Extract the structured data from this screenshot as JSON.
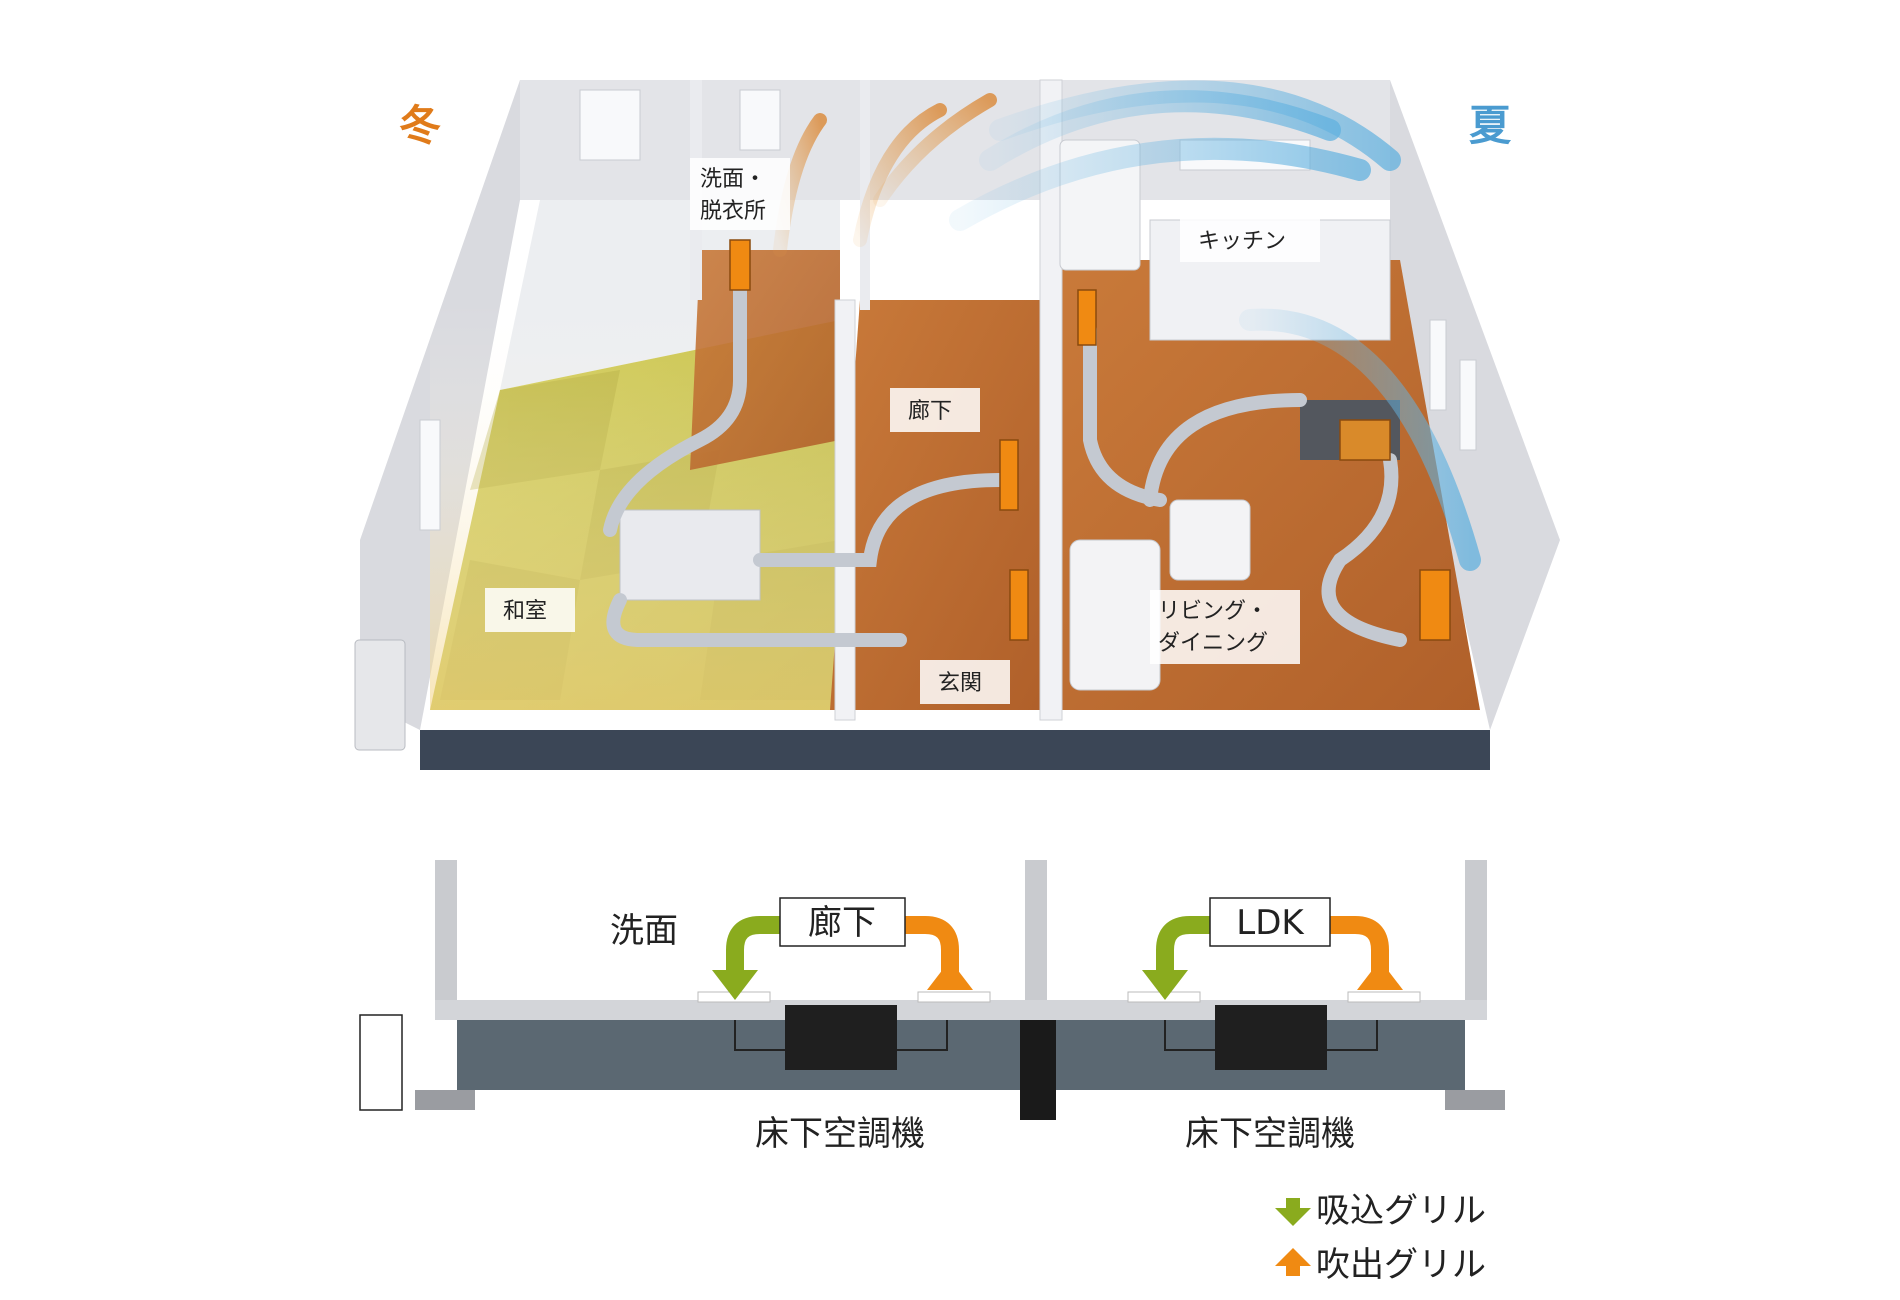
{
  "seasons": {
    "winter": "冬",
    "summer": "夏",
    "winter_color": "#e07b1a",
    "summer_color": "#4a9bd0"
  },
  "rooms": {
    "washroom": [
      "洗面・",
      "脱衣所"
    ],
    "kitchen": "キッチン",
    "hallway": "廊下",
    "japanese_room": "和室",
    "living_dining": [
      "リビング・",
      "ダイニング"
    ],
    "entrance": "玄関"
  },
  "section": {
    "left_room": "洗面",
    "left_box": "廊下",
    "right_box": "LDK",
    "left_unit": "床下空調機",
    "right_unit": "床下空調機"
  },
  "legend": {
    "intake": "吸込グリル",
    "outlet": "吹出グリル",
    "intake_color": "#8aab1e",
    "outlet_color": "#f08a12"
  }
}
